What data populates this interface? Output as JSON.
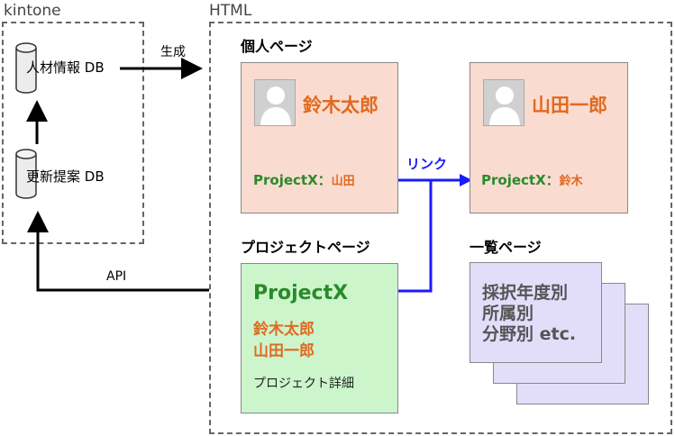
{
  "groups": {
    "kintone": "kintone",
    "html": "HTML"
  },
  "databases": {
    "person_db": "人材情報 DB",
    "proposal_db": "更新提案 DB"
  },
  "edges": {
    "generate": "生成",
    "api": "API",
    "link": "リンク"
  },
  "sections": {
    "personal_page": "個人ページ",
    "project_page": "プロジェクトページ",
    "list_page": "一覧ページ"
  },
  "persons": [
    {
      "name": "鈴木太郎",
      "project": "ProjectX：",
      "partner": "山田"
    },
    {
      "name": "山田一郎",
      "project": "ProjectX：",
      "partner": "鈴木"
    }
  ],
  "project": {
    "title": "ProjectX",
    "members": [
      "鈴木太郎",
      "山田一郎"
    ],
    "detail": "プロジェクト詳細"
  },
  "list": {
    "lines": [
      "採択年度別",
      "所属別",
      "分野別 etc."
    ]
  }
}
